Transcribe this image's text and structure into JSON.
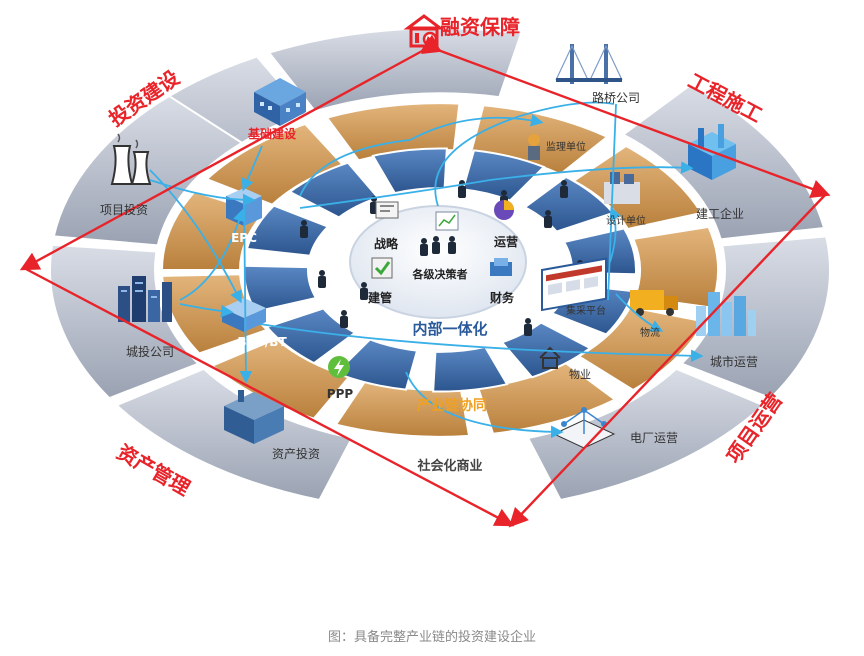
{
  "corners": {
    "top": "融资保障",
    "left": "投资建设",
    "right": "工程施工",
    "bottom_left": "资产管理",
    "bottom_right": "项目运营"
  },
  "outer_ring": {
    "jichu": "基础建设",
    "xiangmu": "项目投资",
    "chengtou": "城投公司",
    "zichan": "资产投资",
    "luqiao": "路桥公司",
    "jiangong": "建工企业",
    "chengshi": "城市运营",
    "dianchang": "电厂运营"
  },
  "middle_ring": {
    "epc": "EPC",
    "botbt": "BOT/BT",
    "ppp": "PPP",
    "jianli": "监理单位",
    "sheji": "设计单位",
    "jicai": "集采平台",
    "wuliu": "物流",
    "wuye": "物业"
  },
  "center": {
    "zhanlue": "战略",
    "yunying": "运营",
    "jueceren": "各级决策者",
    "jianguan": "建管",
    "caiwu": "财务"
  },
  "labels": {
    "neibu": "内部一体化",
    "chanye": "产业链协同",
    "shehui": "社会化商业"
  },
  "caption": "图：具备完整产业链的投资建设企业",
  "colors": {
    "red": "#e8242a",
    "blue_light": "#3ab0e8",
    "orange_label": "#f0a020",
    "band_blue": "#3c6aa8",
    "band_orange": "#d49b58",
    "outer_grey": "#b5bcc9",
    "label_blue": "#2a5a9a"
  }
}
